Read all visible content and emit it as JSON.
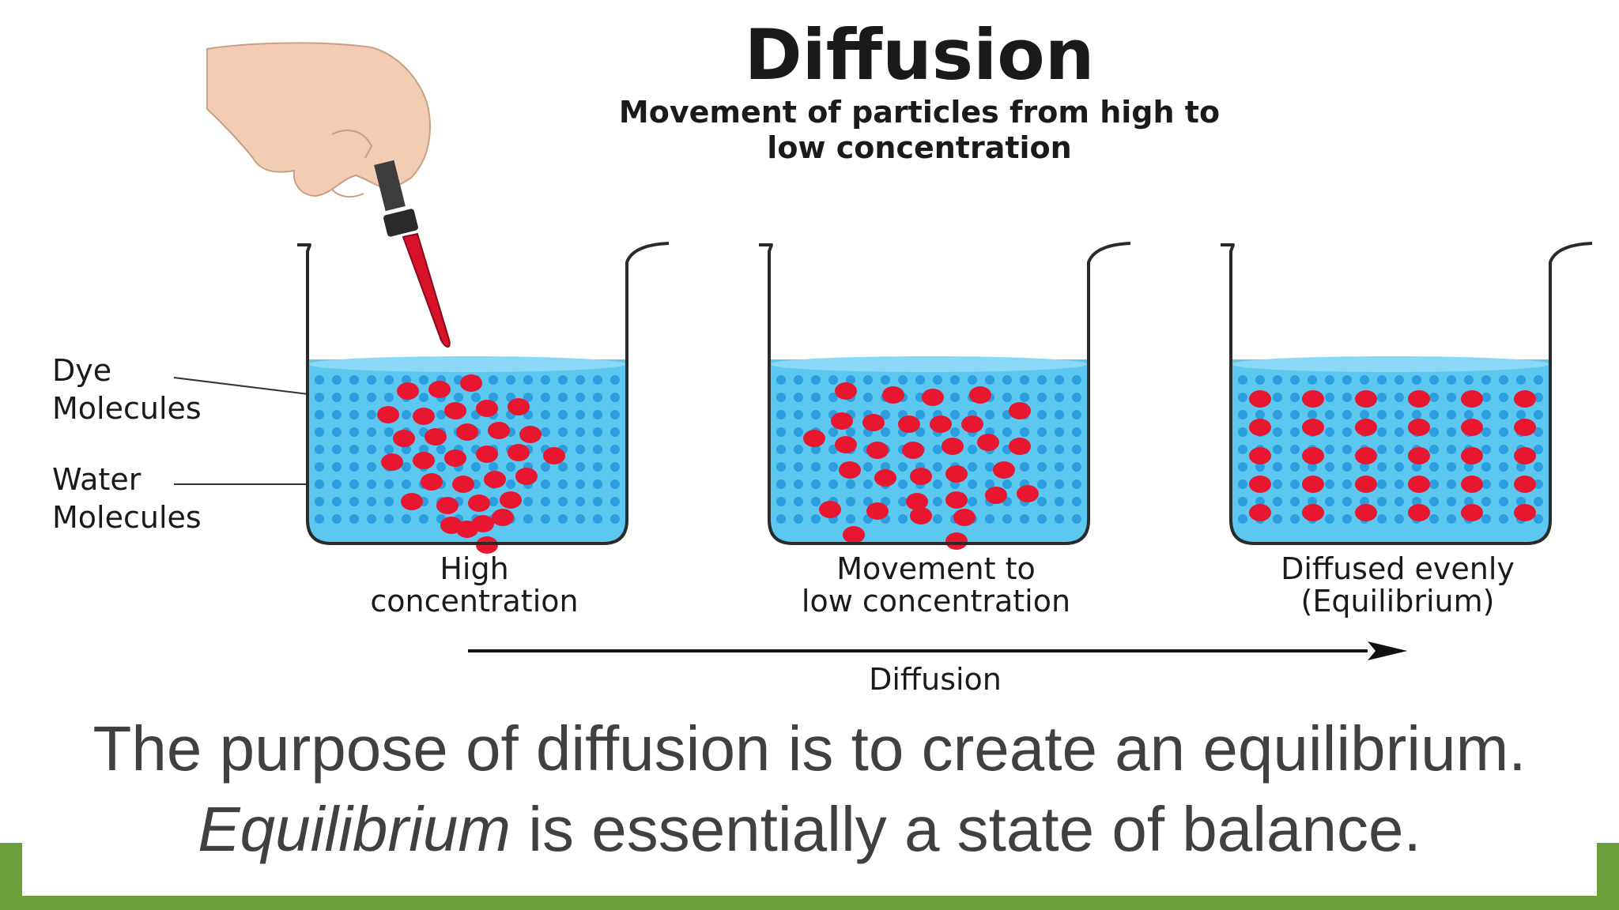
{
  "title": "Diffusion",
  "subtitle_line1": "Movement of particles from high to",
  "subtitle_line2": "low concentration",
  "labels": {
    "dye_line1": "Dye",
    "dye_line2": "Molecules",
    "water_line1": "Water",
    "water_line2": "Molecules"
  },
  "beakers": [
    {
      "caption_line1": "High",
      "caption_line2": "concentration"
    },
    {
      "caption_line1": "Movement to",
      "caption_line2": "low concentration"
    },
    {
      "caption_line1": "Diffused evenly",
      "caption_line2": "(Equilibrium)"
    }
  ],
  "arrow_label": "Diffusion",
  "caption": {
    "line1": "The purpose of diffusion is to create an equilibrium.",
    "line2_italic": "Equilibrium",
    "line2_rest": " is essentially a state of balance."
  },
  "colors": {
    "water": "#5cc8f0",
    "water_dots": "#2b9ee0",
    "dye": "#e8162e",
    "accent_bar": "#6aa03a",
    "caption_text": "#404040"
  },
  "icons": [
    "hand-icon",
    "dropper-icon",
    "beaker-icon",
    "arrow-right-icon"
  ]
}
